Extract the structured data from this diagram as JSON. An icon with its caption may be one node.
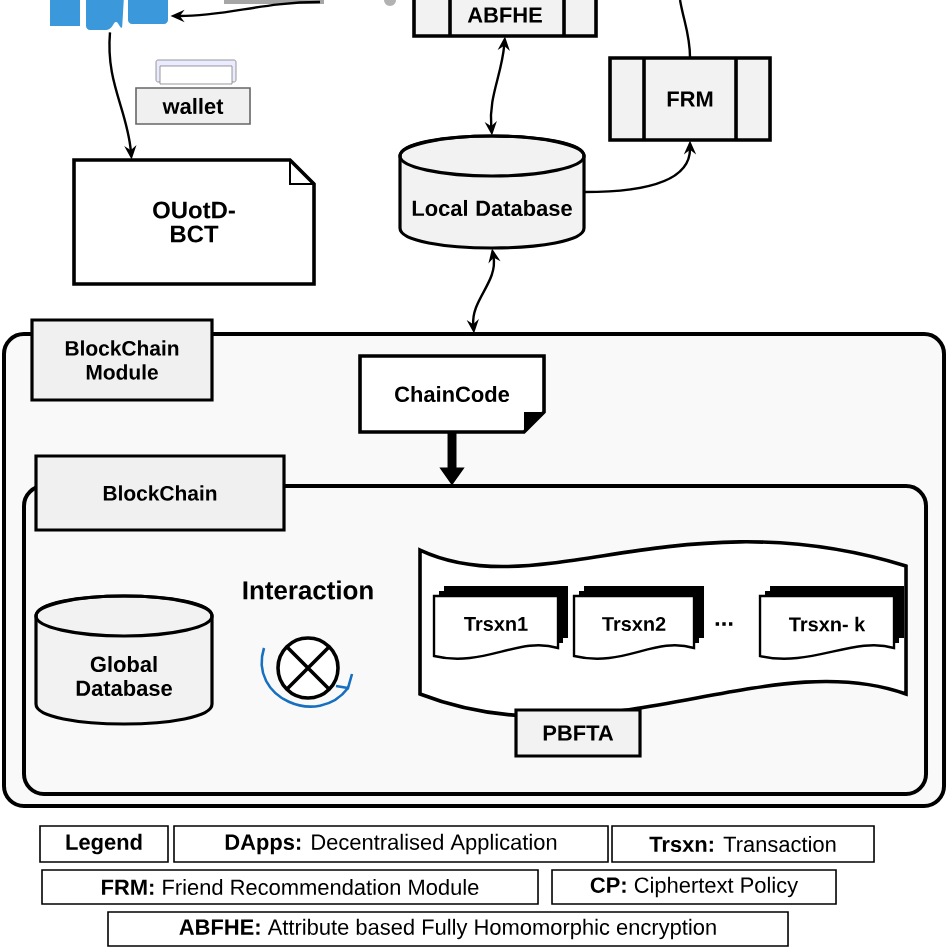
{
  "diagram": {
    "nodes": [
      {
        "text": [],
        "shape": "person"
      },
      {
        "text": [
          "wallet"
        ]
      },
      {
        "text": [
          "OUotD-BCT"
        ]
      },
      {
        "text": [
          "ABFHE"
        ]
      },
      {
        "text": [
          "FRM"
        ]
      },
      {
        "text": [
          "Local Database"
        ]
      },
      {
        "text": [
          "BlockChain Module"
        ]
      },
      {
        "text": [
          "ChainCode"
        ],
        "in": 6
      },
      {
        "text": [
          "BlockChain"
        ],
        "in": 6
      },
      {
        "text": [
          "Global Database"
        ],
        "in": 8
      },
      {
        "text": [
          "Interaction"
        ],
        "in": 8
      },
      {
        "text": [
          "PBFTA"
        ],
        "in": 8
      },
      {
        "text": [
          "Trsxn1"
        ],
        "in": 11
      },
      {
        "text": [
          "Trsxn2"
        ],
        "in": 11
      },
      {
        "text": [
          "Trsxn- k"
        ],
        "in": 11
      }
    ],
    "edges": [
      {
        "from": null,
        "to": 0,
        "arrow": "to"
      },
      {
        "from": 0,
        "to": 2,
        "arrow": "to"
      },
      {
        "from": 3,
        "to": 5,
        "arrow": "both"
      },
      {
        "from": 5,
        "to": 4,
        "arrow": "to"
      },
      {
        "from": 4,
        "to": null,
        "arrow": "none"
      },
      {
        "from": 6,
        "to": 5,
        "arrow": "both"
      },
      {
        "from": 7,
        "to": 8,
        "arrow": "to",
        "style": "thick"
      }
    ],
    "labels": [
      "...",
      "Legend",
      "**DApps:** Decentralised Application",
      "**Trsxn:** Transaction",
      "**FRM:** Friend Recommendation Module",
      "**CP:** Ciphertext Policy",
      "**ABFHE:** Attribute based Fully Homomorphic encryption"
    ]
  }
}
